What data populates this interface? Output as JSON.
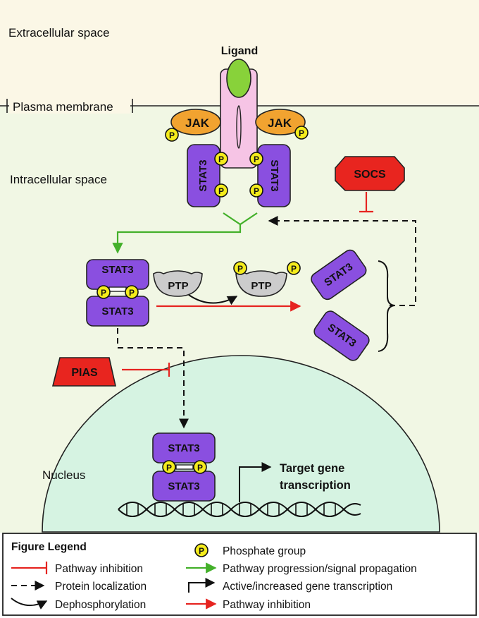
{
  "labels": {
    "extracellular": "Extracellular space",
    "plasma_membrane": "Plasma membrane",
    "intracellular": "Intracellular space",
    "ligand": "Ligand",
    "nucleus": "Nucleus",
    "target_line1": "Target gene",
    "target_line2": "transcription"
  },
  "proteins": {
    "jak": "JAK",
    "stat3": "STAT3",
    "ptp": "PTP",
    "socs": "SOCS",
    "pias": "PIAS",
    "phosphate": "P"
  },
  "legend": {
    "title": "Figure Legend",
    "items": [
      {
        "label": "Pathway inhibition"
      },
      {
        "label": "Protein localization"
      },
      {
        "label": "Dephosphorylation"
      },
      {
        "label": "Phosphate group"
      },
      {
        "label": "Pathway progression/signal propagation"
      },
      {
        "label": "Active/increased gene transcription"
      },
      {
        "label": "Pathway inhibition"
      }
    ]
  },
  "colors": {
    "extracellular_bg": "#fbf7e6",
    "intracellular_bg": "#f1f7e4",
    "nucleus_fill": "#d6f3e2",
    "stat3": "#8a4fe0",
    "jak": "#f1a330",
    "phosphate": "#f5ec1c",
    "ligand": "#88d23a",
    "receptor": "#f6c4e5",
    "socs_pias": "#e8251f",
    "ptp": "#cccccc",
    "inhibition": "#e62420",
    "progression": "#43b02a"
  }
}
